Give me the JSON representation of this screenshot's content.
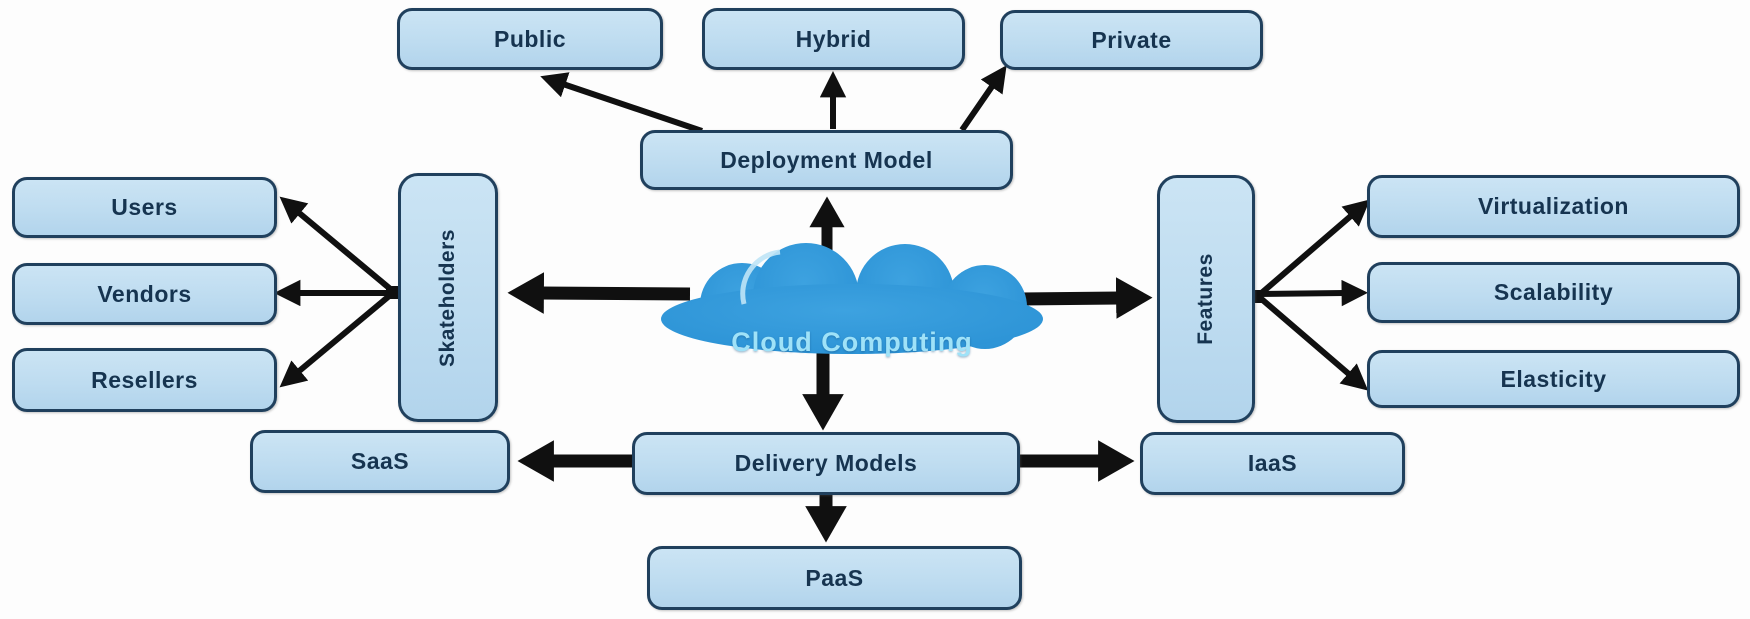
{
  "title": "Cloud Computing diagram",
  "nodes": {
    "cloud_computing": "Cloud Computing",
    "deployment_model": "Deployment Model",
    "public": "Public",
    "hybrid": "Hybrid",
    "private": "Private",
    "skateholders": "Skateholders",
    "users": "Users",
    "vendors": "Vendors",
    "resellers": "Resellers",
    "features": "Features",
    "virtualization": "Virtualization",
    "scalability": "Scalability",
    "elasticity": "Elasticity",
    "delivery_models": "Delivery Models",
    "saas": "SaaS",
    "iaas": "IaaS",
    "paas": "PaaS"
  },
  "edges": [
    {
      "from": "cloud_computing",
      "to": "deployment_model"
    },
    {
      "from": "deployment_model",
      "to": "public"
    },
    {
      "from": "deployment_model",
      "to": "hybrid"
    },
    {
      "from": "deployment_model",
      "to": "private"
    },
    {
      "from": "cloud_computing",
      "to": "skateholders"
    },
    {
      "from": "skateholders",
      "to": "users"
    },
    {
      "from": "skateholders",
      "to": "vendors"
    },
    {
      "from": "skateholders",
      "to": "resellers"
    },
    {
      "from": "cloud_computing",
      "to": "features"
    },
    {
      "from": "features",
      "to": "virtualization"
    },
    {
      "from": "features",
      "to": "scalability"
    },
    {
      "from": "features",
      "to": "elasticity"
    },
    {
      "from": "cloud_computing",
      "to": "delivery_models"
    },
    {
      "from": "delivery_models",
      "to": "saas"
    },
    {
      "from": "delivery_models",
      "to": "iaas"
    },
    {
      "from": "delivery_models",
      "to": "paas"
    }
  ],
  "colors": {
    "bg": "#fdfdfd",
    "node_fill": "#bedcf0",
    "node_border": "#20405d",
    "node_text": "#163450",
    "arrow": "#101010",
    "cloud_fill": "#2b92d5",
    "cloud_fill_light": "#3da2e0",
    "cloud_text": "#9fe2f8"
  }
}
